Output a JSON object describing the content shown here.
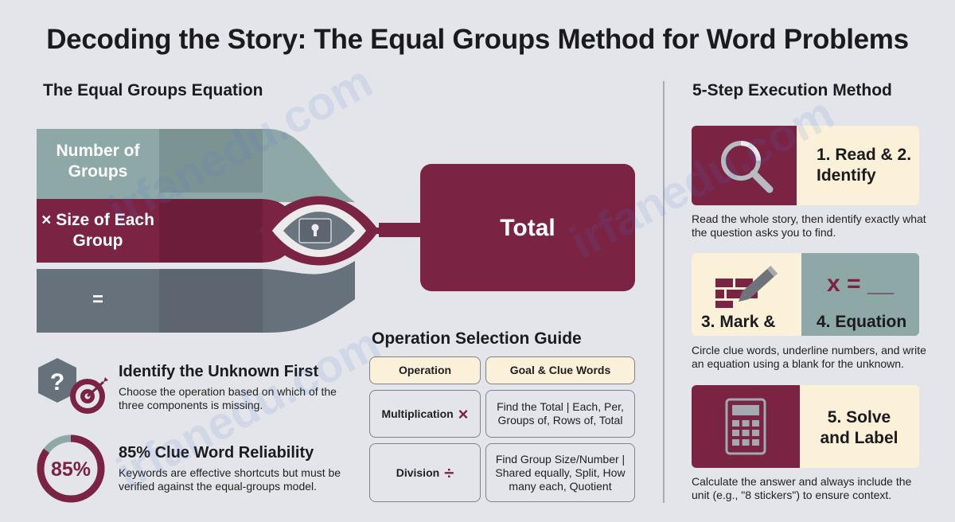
{
  "title": "Decoding the Story: The Equal Groups Method for Word Problems",
  "equation_section": {
    "heading": "The Equal Groups Equation",
    "number_of_groups": "Number of Groups",
    "size_of_each_group": "× Size of Each Group",
    "equals": "=",
    "total": "Total"
  },
  "identify": {
    "title": "Identify the Unknown First",
    "desc": "Choose the operation based on which of the three components is missing."
  },
  "reliability": {
    "percent_label": "85%",
    "percent_value": 85,
    "title": "85% Clue Word Reliability",
    "desc": "Keywords are effective shortcuts but must be verified against the equal-groups model."
  },
  "operation_guide": {
    "heading": "Operation Selection Guide",
    "headers": [
      "Operation",
      "Goal & Clue Words"
    ],
    "rows": [
      {
        "operation": "Multiplication",
        "symbol": "×",
        "clues": "Find the Total | Each, Per, Groups of, Rows of, Total"
      },
      {
        "operation": "Division",
        "symbol": "÷",
        "clues": "Find Group Size/Number | Shared equally, Split, How many each, Quotient"
      }
    ]
  },
  "steps_section": {
    "heading": "5-Step Execution Method",
    "step1": {
      "label": "1. Read & 2. Identify",
      "icon": "magnifier-icon",
      "desc": "Read the whole story, then identify exactly what the question asks you to find."
    },
    "step2": {
      "label_a": "3. Mark &",
      "label_b": "4. Equation",
      "equation_text": "x = __",
      "icon": "pencil-icon",
      "desc": "Circle clue words, underline numbers, and write an equation using a blank for the unknown."
    },
    "step3": {
      "label": "5. Solve and Label",
      "icon": "calculator-icon",
      "desc": "Calculate the answer and always include the unit (e.g., \"8 stickers\") to ensure context."
    }
  },
  "watermark": "irfanedu.com",
  "colors": {
    "teal": "#8ea7a7",
    "maroon": "#7a2343",
    "slate": "#67717c",
    "cream": "#fbf1d9",
    "background": "#e4e5ea"
  }
}
